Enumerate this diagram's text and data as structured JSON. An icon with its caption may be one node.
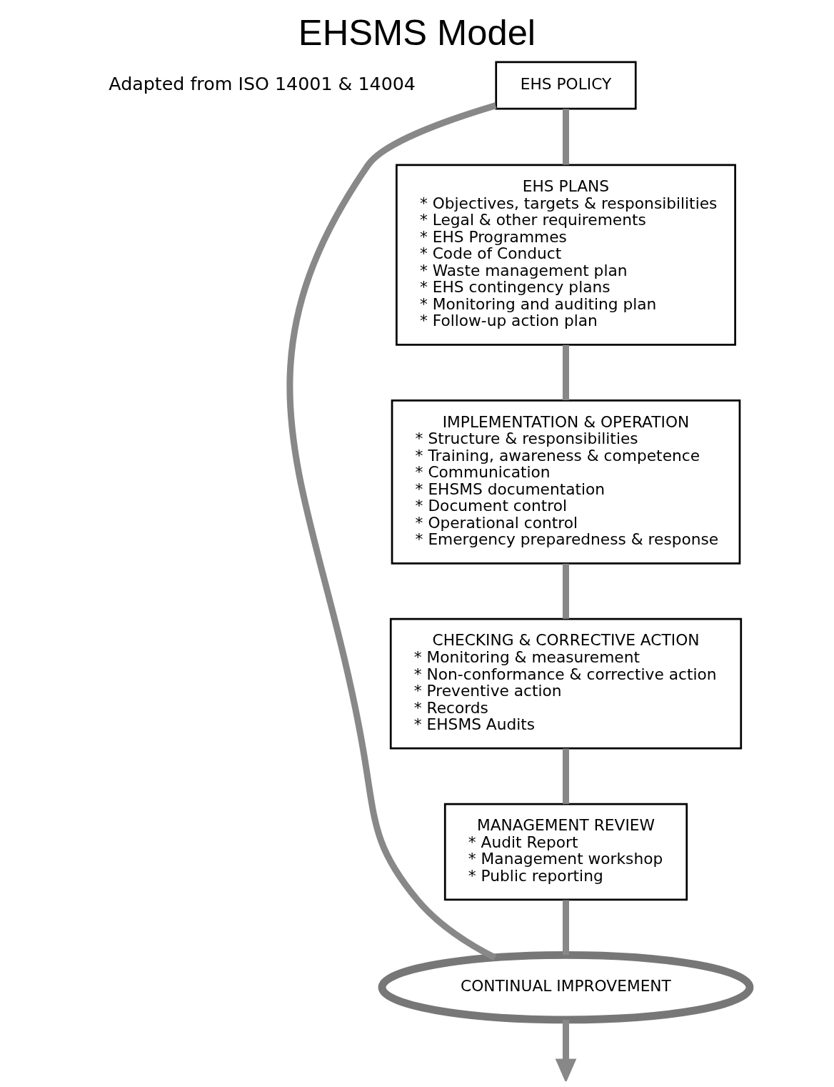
{
  "diagram": {
    "title": "EHSMS Model",
    "caption": "Adapted from ISO 14001 & 14004",
    "nodes": [
      {
        "text": [
          "CONTINUAL IMPROVEMENT"
        ]
      },
      {
        "text": [
          "EHS POLICY"
        ]
      },
      {
        "text": [
          "EHS PLANS",
          "* Objectives, targets & responsibilities",
          "* Legal & other requirements",
          "* EHS Programmes",
          "* Code of Conduct",
          "* Waste management plan",
          "* EHS contingency plans",
          "* Monitoring and auditing plan",
          "* Follow-up action plan"
        ]
      },
      {
        "text": [
          "IMPLEMENTATION & OPERATION",
          "* Structure & responsibilities",
          "* Training, awareness & competence",
          "* Communication",
          "* EHSMS documentation",
          "* Document control",
          "* Operational control",
          "* Emergency preparedness & response"
        ]
      },
      {
        "text": [
          "CHECKING & CORRECTIVE ACTION",
          "* Monitoring & measurement",
          "* Non-conformance & corrective action",
          "* Preventive action",
          "* Records",
          "* EHSMS Audits"
        ]
      },
      {
        "text": [
          "MANAGEMENT REVIEW",
          "* Audit Report",
          "* Management workshop",
          "* Public reporting"
        ]
      }
    ],
    "edges": [
      {
        "from": 1,
        "to": 2,
        "arrow": "none"
      },
      {
        "from": 2,
        "to": 3,
        "arrow": "none"
      },
      {
        "from": 3,
        "to": 4,
        "arrow": "none"
      },
      {
        "from": 4,
        "to": 5,
        "arrow": "none"
      },
      {
        "from": 5,
        "to": 0,
        "arrow": "none"
      },
      {
        "from": 0,
        "to": 1,
        "arrow": "none"
      },
      {
        "from": 0,
        "to": null,
        "arrow": "to"
      }
    ]
  }
}
